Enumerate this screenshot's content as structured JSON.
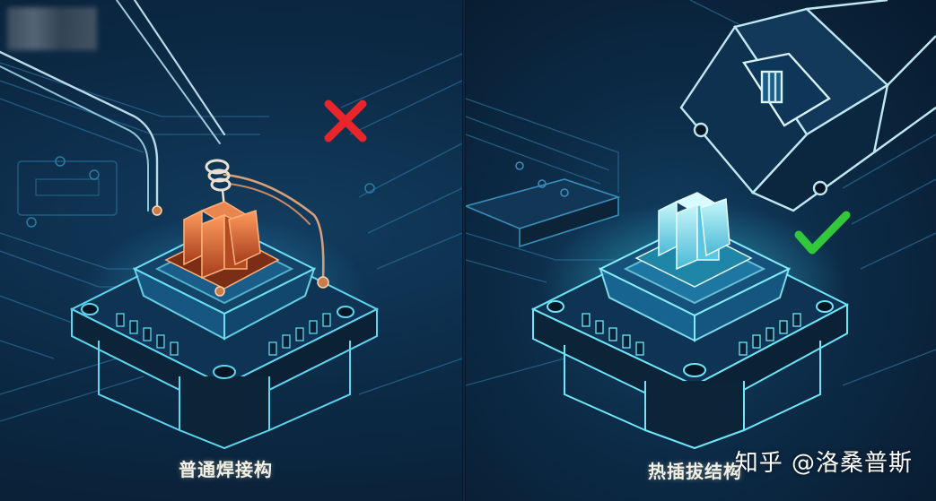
{
  "captions": {
    "left": "普通焊接构",
    "right": "热插拔结构"
  },
  "watermark": "知乎 @洛桑普斯",
  "icons": {
    "left_status": "cross-icon",
    "right_status": "check-icon"
  },
  "colors": {
    "wire": "#5fd6f0",
    "solder_switch": "#e4703a",
    "hotswap_switch": "#7fe8f5",
    "cross": "#e8252b",
    "check": "#33c73c"
  }
}
